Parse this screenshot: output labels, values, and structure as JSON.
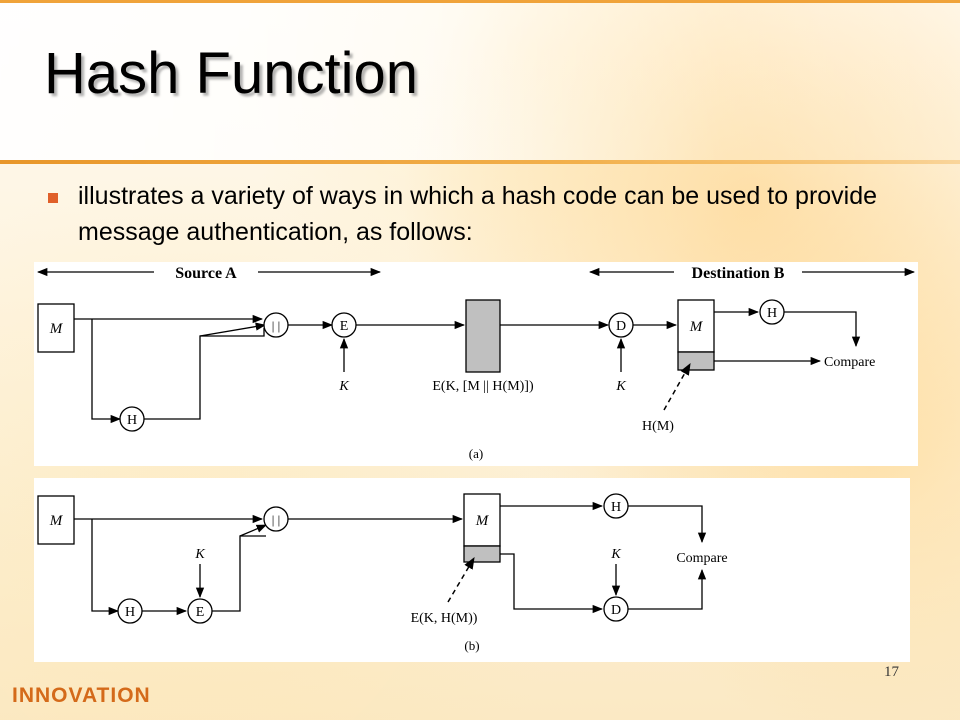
{
  "slide": {
    "title": "Hash Function",
    "bullet": "illustrates a variety of ways in which a hash code can be used to provide message authentication, as follows:",
    "page_number": "17",
    "logo": "INNOVATION"
  },
  "diagram_a": {
    "source_label": "Source A",
    "dest_label": "Destination B",
    "message": "M",
    "hash": "H",
    "concat": "| |",
    "encrypt": "E",
    "decrypt": "D",
    "key_encrypt": "K",
    "key_decrypt": "K",
    "transmitted": "E(K, [M || H(M)])",
    "recv_message": "M",
    "recv_hash": "H",
    "compare": "Compare",
    "hm_label": "H(M)",
    "caption": "(a)"
  },
  "diagram_b": {
    "message": "M",
    "hash": "H",
    "encrypt": "E",
    "key_encrypt": "K",
    "concat": "| |",
    "recv_message": "M",
    "recv_hash": "H",
    "decrypt": "D",
    "key_decrypt": "K",
    "compare": "Compare",
    "ekhm_label": "E(K, H(M))",
    "caption": "(b)"
  },
  "colors": {
    "accent_orange": "#f0a33a",
    "bullet": "#e0602a",
    "logo": "#d46a1a",
    "shaded_block": "#c0c0c0"
  }
}
